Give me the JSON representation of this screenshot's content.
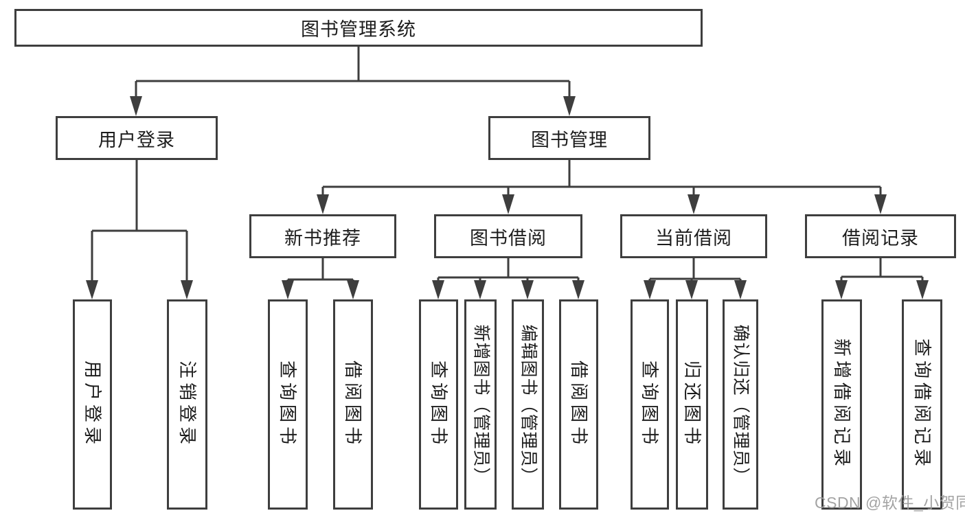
{
  "tree": {
    "label": "图书管理系统",
    "children": [
      {
        "label": "用户登录",
        "children": [
          {
            "label": "用户登录"
          },
          {
            "label": "注销登录"
          }
        ]
      },
      {
        "label": "图书管理",
        "children": [
          {
            "label": "新书推荐",
            "children": [
              {
                "label": "查询图书"
              },
              {
                "label": "借阅图书"
              }
            ]
          },
          {
            "label": "图书借阅",
            "children": [
              {
                "label": "查询图书"
              },
              {
                "label": "新增图书（管理员）"
              },
              {
                "label": "编辑图书（管理员）"
              },
              {
                "label": "借阅图书"
              }
            ]
          },
          {
            "label": "当前借阅",
            "children": [
              {
                "label": "查询图书"
              },
              {
                "label": "归还图书"
              },
              {
                "label": "确认归还（管理员）"
              }
            ]
          },
          {
            "label": "借阅记录",
            "children": [
              {
                "label": "新增借阅记录"
              },
              {
                "label": "查询借阅记录"
              }
            ]
          }
        ]
      }
    ]
  },
  "watermark": {
    "text": "CSDN @软件_小贺同学",
    "color": "#9c9c9c"
  },
  "colors": {
    "line": "#3e3e3e",
    "box_border": "#3e3e3e",
    "text": "#1c1c1c",
    "background": "#ffffff"
  }
}
